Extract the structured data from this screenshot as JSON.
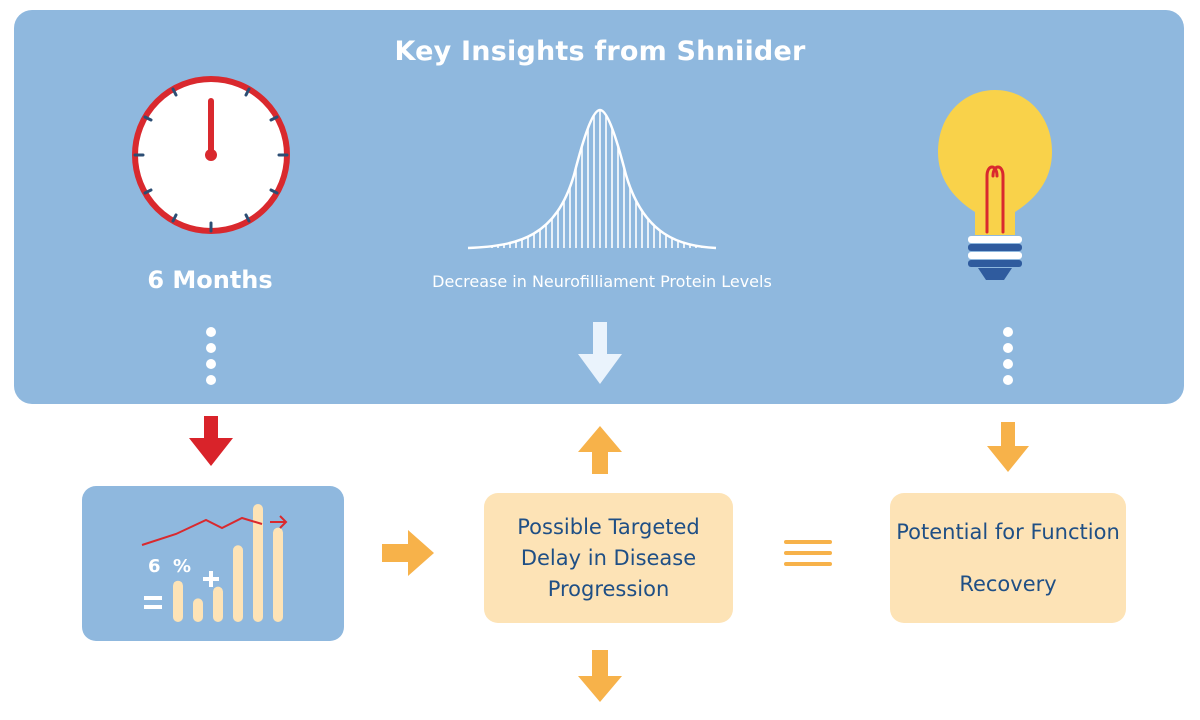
{
  "header": {
    "title": "Key Insights from Shniider"
  },
  "insights": {
    "timeline_label": "6 Months",
    "biomarker_label": "Decrease in Neurofilliament Protein Levels"
  },
  "outcomes": {
    "delay_lines": [
      "Possible Targeted",
      "Delay in Disease",
      "Progression"
    ],
    "recovery_lines": [
      "Potential for Function",
      "Recovery"
    ]
  },
  "mini_chart": {
    "number_text": "6",
    "percent_text": "%",
    "bar_levels": [
      0.35,
      0.2,
      0.3,
      0.65,
      1.0,
      0.8
    ]
  },
  "colors": {
    "panel": "#8fb8de",
    "clock_red": "#d9292e",
    "bulb_yellow": "#f9d24a",
    "arrow_red": "#d9232a",
    "arrow_orange": "#f7b24a",
    "card_cream": "#fde3b6",
    "text_blue": "#1f4f85"
  },
  "icons": [
    "clock-icon",
    "bell-curve-icon",
    "lightbulb-icon",
    "mini-bar-chart-icon"
  ]
}
